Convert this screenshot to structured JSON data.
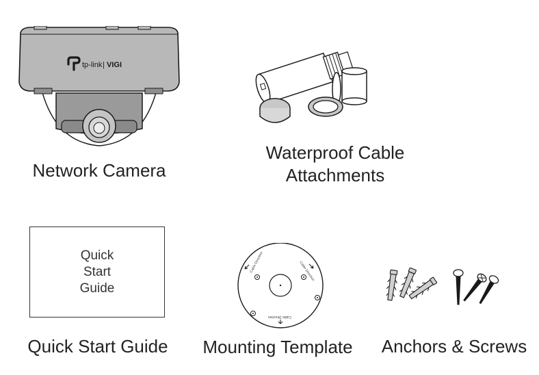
{
  "items": {
    "camera": {
      "label": "Network Camera",
      "logo_brand": "tp-link",
      "logo_sub": "VIGI"
    },
    "waterproof": {
      "label_line1": "Waterproof Cable",
      "label_line2": "Attachments"
    },
    "quick_start": {
      "label": "Quick Start Guide",
      "booklet_line1": "Quick",
      "booklet_line2": "Start",
      "booklet_line3": "Guide"
    },
    "template": {
      "label": "Mounting Template",
      "cable_direction": "Cable Direction"
    },
    "anchors": {
      "label": "Anchors & Screws"
    }
  },
  "colors": {
    "line": "#1a1a1a",
    "camera_body": "#b8b8b8",
    "camera_body_dark": "#8f8f8f",
    "lens_mount": "#9a9a9a"
  }
}
